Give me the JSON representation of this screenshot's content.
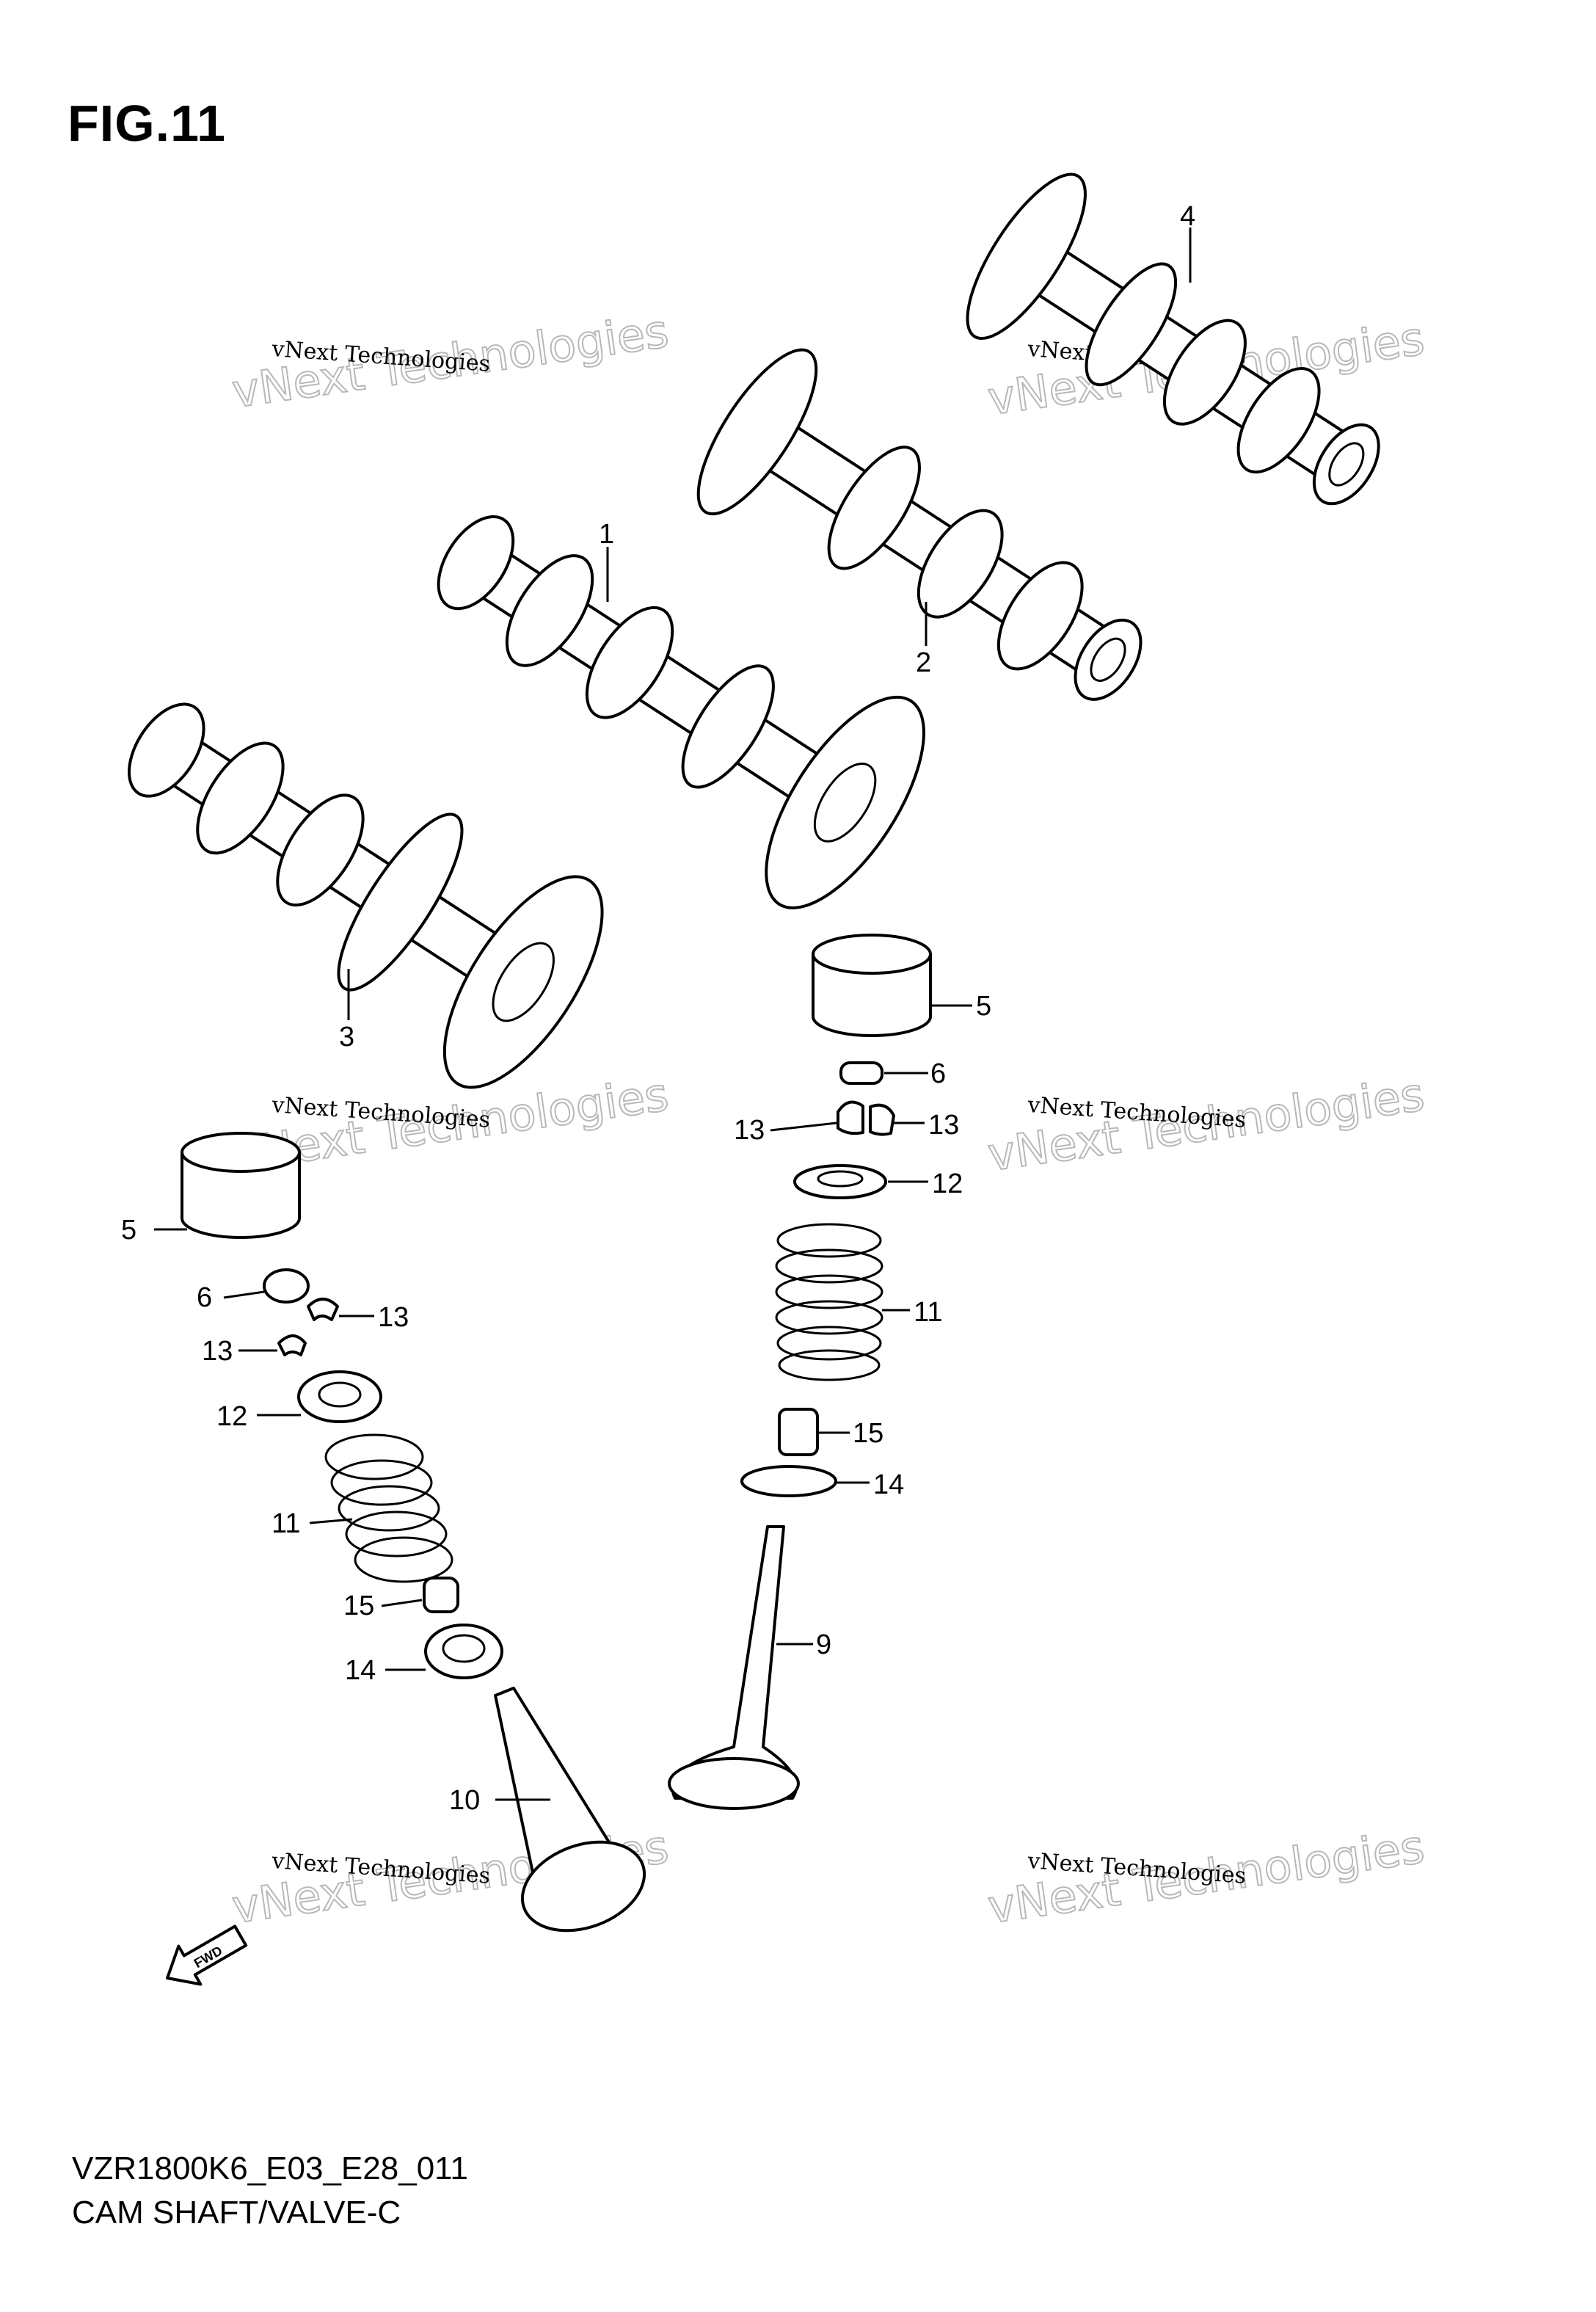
{
  "figure": {
    "title": "FIG.11"
  },
  "watermark": {
    "line1": "vNext Technologies",
    "outline": "vNext Technologies"
  },
  "callouts": [
    "1",
    "2",
    "3",
    "4",
    "5",
    "6",
    "9",
    "10",
    "11",
    "12",
    "13",
    "14",
    "15"
  ],
  "fwd_label": "FWD",
  "footer": {
    "code": "VZR1800K6_E03_E28_011",
    "name": "CAM SHAFT/VALVE-C"
  }
}
